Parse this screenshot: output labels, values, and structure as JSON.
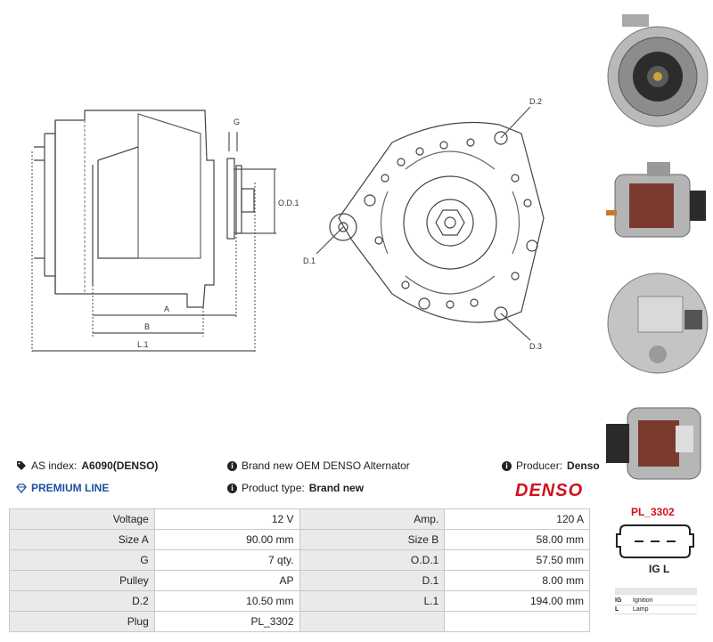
{
  "drawing_labels": {
    "g": "G",
    "od1": "O.D.1",
    "a": "A",
    "b": "B",
    "l1": "L.1",
    "d1": "D.1",
    "d2": "D.2",
    "d3": "D.3"
  },
  "info": {
    "as_index_label": "AS index:",
    "as_index_value": "A6090(DENSO)",
    "description": "Brand new OEM DENSO Alternator",
    "producer_label": "Producer:",
    "producer_value": "Denso",
    "premium_line": "PREMIUM LINE",
    "product_type_label": "Product type:",
    "product_type_value": "Brand new",
    "brand_logo": "DENSO"
  },
  "specs": [
    {
      "k1": "Voltage",
      "v1": "12 V",
      "k2": "Amp.",
      "v2": "120 A"
    },
    {
      "k1": "Size A",
      "v1": "90.00 mm",
      "k2": "Size B",
      "v2": "58.00 mm"
    },
    {
      "k1": "G",
      "v1": "7 qty.",
      "k2": "O.D.1",
      "v2": "57.50 mm"
    },
    {
      "k1": "Pulley",
      "v1": "AP",
      "k2": "D.1",
      "v2": "8.00 mm"
    },
    {
      "k1": "D.2",
      "v1": "10.50 mm",
      "k2": "L.1",
      "v2": "194.00 mm"
    },
    {
      "k1": "Plug",
      "v1": "PL_3302",
      "k2": "",
      "v2": ""
    }
  ],
  "plug": {
    "title": "PL_3302",
    "pins": "IG  L",
    "legend": [
      {
        "code": "IG",
        "desc": "Ignition"
      },
      {
        "code": "L",
        "desc": "Lamp"
      }
    ]
  },
  "colors": {
    "accent_red": "#d0121b",
    "premium_blue": "#1d4f9c"
  }
}
